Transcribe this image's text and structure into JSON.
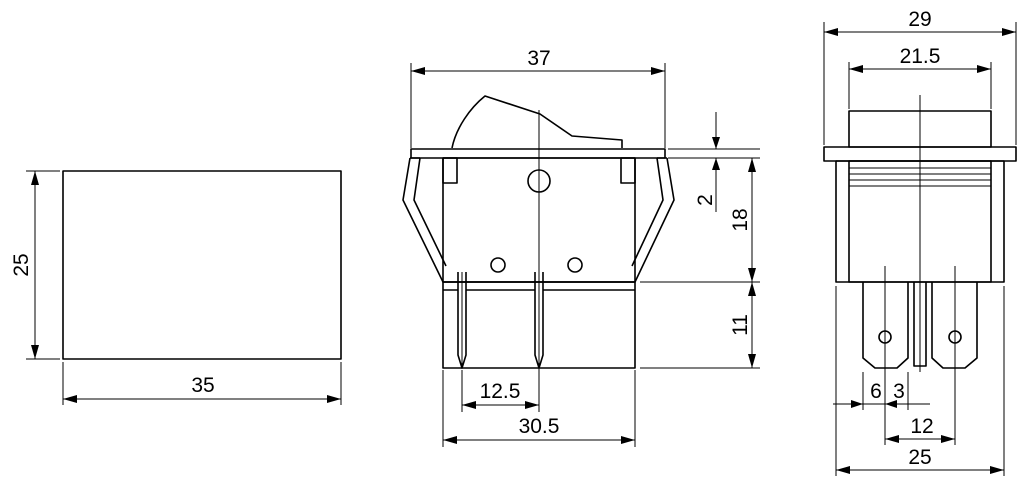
{
  "views": {
    "top": {
      "height_label": "25",
      "width_label": "35"
    },
    "front": {
      "width_label": "37",
      "pin_pitch_label": "12.5",
      "body_width_label": "30.5",
      "flange_label": "2",
      "body_height_label": "18",
      "terminal_length_label": "11"
    },
    "side": {
      "flange_width_label": "29",
      "rocker_width_label": "21.5",
      "pin_offset_label": "6",
      "pin_gap_label": "3",
      "pin_pitch_label": "12",
      "body_depth_label": "25"
    }
  }
}
